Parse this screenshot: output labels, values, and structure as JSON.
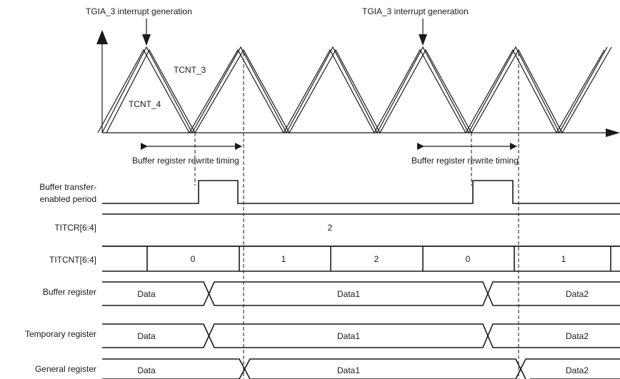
{
  "annotations": {
    "interrupt_1": "TGIA_3 interrupt generation",
    "interrupt_2": "TGIA_3 interrupt generation",
    "tcnt3": "TCNT_3",
    "tcnt4": "TCNT_4",
    "rewrite_1": "Buffer register rewrite timing",
    "rewrite_2": "Buffer register rewrite timing"
  },
  "signals": {
    "buffer_transfer_label_line1": "Buffer transfer-",
    "buffer_transfer_label_line2": "enabled period",
    "titcr_label": "TITCR[6:4]",
    "titcr_value": "2",
    "titcnt_label": "TITCNT[6:4]",
    "titcnt_values": [
      "0",
      "1",
      "2",
      "0",
      "1"
    ],
    "buffer_register_label": "Buffer register",
    "buffer_register_values": [
      "Data",
      "Data1",
      "Data2"
    ],
    "temporary_register_label": "Temporary register",
    "temporary_register_values": [
      "Data",
      "Data1",
      "Data2"
    ],
    "general_register_label": "General register",
    "general_register_values": [
      "Data",
      "Data1",
      "Data2"
    ]
  },
  "colors": {
    "ink": "#1a1a1a",
    "background": "#ffffff"
  }
}
